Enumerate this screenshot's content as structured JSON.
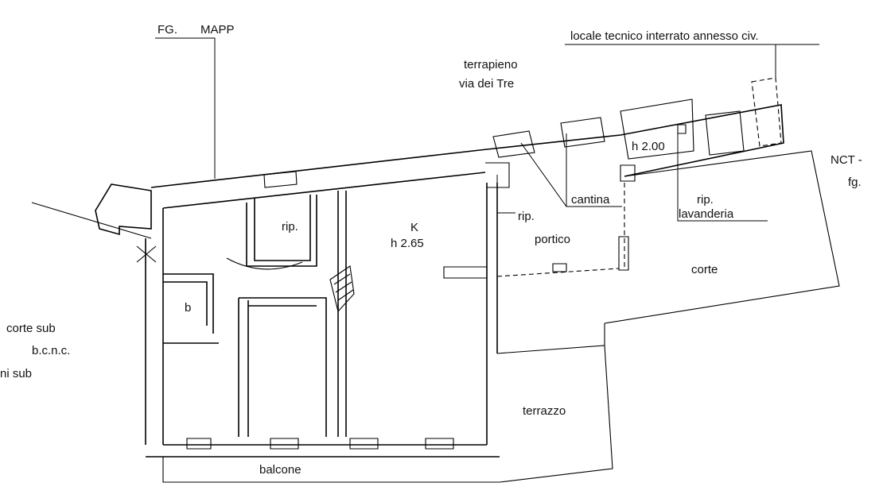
{
  "header": {
    "fg_label": "FG.",
    "mapp_label": "MAPP",
    "locale_tecnico_label": "locale tecnico interrato annesso civ."
  },
  "street": {
    "line1": "terrapieno",
    "line2": "via dei Tre"
  },
  "rooms": {
    "rip_top": "rip.",
    "kitchen_letter": "K",
    "kitchen_height": "h 2.65",
    "bath": "b",
    "rip_portico": "rip.",
    "portico": "portico",
    "cantina": "cantina",
    "height_200": "h 2.00",
    "rip_lavanderia": "rip.",
    "lavanderia": "lavanderia",
    "corte": "corte",
    "terrazzo": "terrazzo",
    "balcone": "balcone"
  },
  "left_notes": {
    "line1": "corte sub",
    "line2": "b.c.n.c.",
    "line3": "ni sub"
  },
  "right_notes": {
    "line1": "NCT -",
    "line2": "fg."
  }
}
